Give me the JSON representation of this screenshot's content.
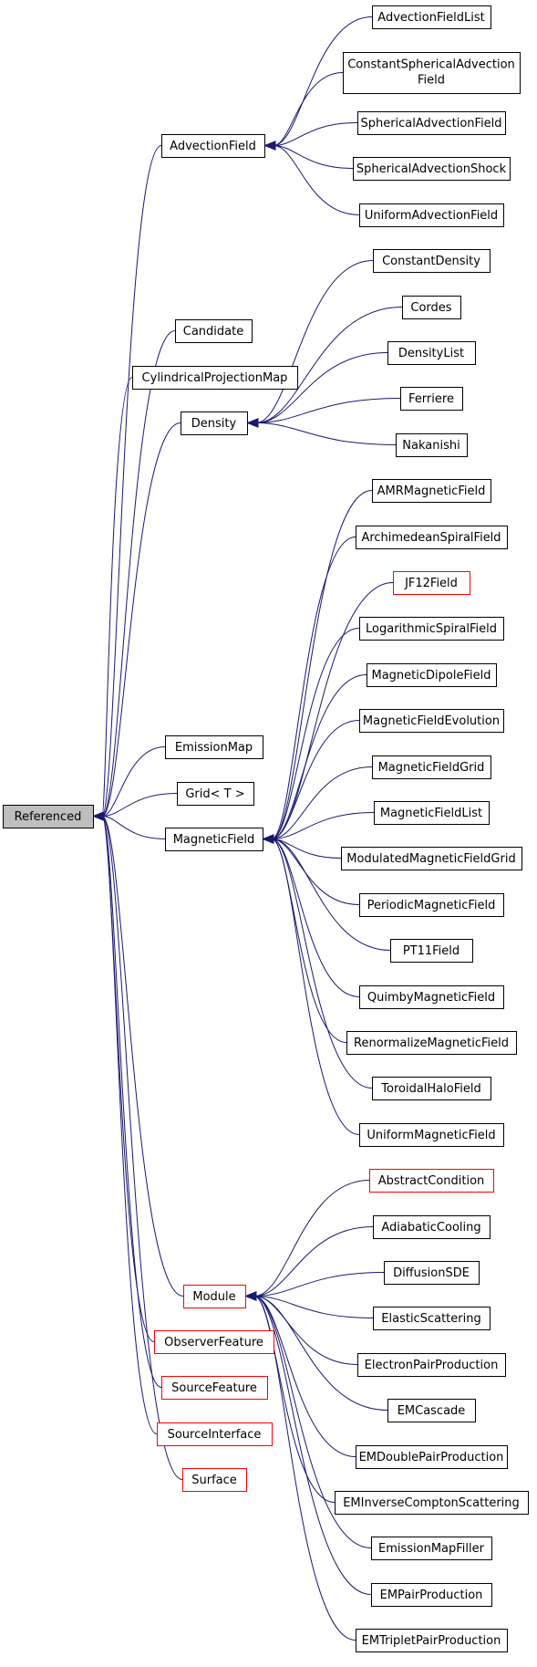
{
  "diagram": {
    "root": "Referenced",
    "nodes": [
      {
        "id": "referenced",
        "label": "Referenced",
        "style": "root"
      },
      {
        "id": "advectionfield",
        "label": "AdvectionField",
        "style": "normal"
      },
      {
        "id": "candidate",
        "label": "Candidate",
        "style": "normal"
      },
      {
        "id": "cylindricalprojectionmap",
        "label": "CylindricalProjectionMap",
        "style": "normal"
      },
      {
        "id": "density",
        "label": "Density",
        "style": "normal"
      },
      {
        "id": "emissionmap",
        "label": "EmissionMap",
        "style": "normal"
      },
      {
        "id": "grid",
        "label": "Grid< T >",
        "style": "normal"
      },
      {
        "id": "magneticfield",
        "label": "MagneticField",
        "style": "normal"
      },
      {
        "id": "module",
        "label": "Module",
        "style": "red"
      },
      {
        "id": "observerfeature",
        "label": "ObserverFeature",
        "style": "red"
      },
      {
        "id": "sourcefeature",
        "label": "SourceFeature",
        "style": "red"
      },
      {
        "id": "sourceinterface",
        "label": "SourceInterface",
        "style": "red"
      },
      {
        "id": "surface",
        "label": "Surface",
        "style": "red"
      },
      {
        "id": "advectionfieldlist",
        "label": "AdvectionFieldList",
        "style": "normal"
      },
      {
        "id": "constantsphericaladvectionfield",
        "label": "ConstantSphericalAdvection",
        "label2": "Field",
        "style": "normal"
      },
      {
        "id": "sphericaladvectionfield",
        "label": "SphericalAdvectionField",
        "style": "normal"
      },
      {
        "id": "sphericaladvectionshock",
        "label": "SphericalAdvectionShock",
        "style": "normal"
      },
      {
        "id": "uniformadvectionfield",
        "label": "UniformAdvectionField",
        "style": "normal"
      },
      {
        "id": "constantdensity",
        "label": "ConstantDensity",
        "style": "normal"
      },
      {
        "id": "cordes",
        "label": "Cordes",
        "style": "normal"
      },
      {
        "id": "densitylist",
        "label": "DensityList",
        "style": "normal"
      },
      {
        "id": "ferriere",
        "label": "Ferriere",
        "style": "normal"
      },
      {
        "id": "nakanishi",
        "label": "Nakanishi",
        "style": "normal"
      },
      {
        "id": "amrmagneticfield",
        "label": "AMRMagneticField",
        "style": "normal"
      },
      {
        "id": "archimedeanspiralfield",
        "label": "ArchimedeanSpiralField",
        "style": "normal"
      },
      {
        "id": "jf12field",
        "label": "JF12Field",
        "style": "red"
      },
      {
        "id": "logarithmicspiralfield",
        "label": "LogarithmicSpiralField",
        "style": "normal"
      },
      {
        "id": "magneticdipolefield",
        "label": "MagneticDipoleField",
        "style": "normal"
      },
      {
        "id": "magneticfieldevolution",
        "label": "MagneticFieldEvolution",
        "style": "normal"
      },
      {
        "id": "magneticfieldgrid",
        "label": "MagneticFieldGrid",
        "style": "normal"
      },
      {
        "id": "magneticfieldlist",
        "label": "MagneticFieldList",
        "style": "normal"
      },
      {
        "id": "modulatedmagneticfieldgrid",
        "label": "ModulatedMagneticFieldGrid",
        "style": "normal"
      },
      {
        "id": "periodicmagneticfield",
        "label": "PeriodicMagneticField",
        "style": "normal"
      },
      {
        "id": "pt11field",
        "label": "PT11Field",
        "style": "normal"
      },
      {
        "id": "quimbymagneticfield",
        "label": "QuimbyMagneticField",
        "style": "normal"
      },
      {
        "id": "renormalizemagneticfield",
        "label": "RenormalizeMagneticField",
        "style": "normal"
      },
      {
        "id": "toroidalhalofield",
        "label": "ToroidalHaloField",
        "style": "normal"
      },
      {
        "id": "uniformmagneticfield",
        "label": "UniformMagneticField",
        "style": "normal"
      },
      {
        "id": "abstractcondition",
        "label": "AbstractCondition",
        "style": "red"
      },
      {
        "id": "adiabaticcooling",
        "label": "AdiabaticCooling",
        "style": "normal"
      },
      {
        "id": "diffusionsde",
        "label": "DiffusionSDE",
        "style": "normal"
      },
      {
        "id": "elasticscattering",
        "label": "ElasticScattering",
        "style": "normal"
      },
      {
        "id": "electronpairproduction",
        "label": "ElectronPairProduction",
        "style": "normal"
      },
      {
        "id": "emcascade",
        "label": "EMCascade",
        "style": "normal"
      },
      {
        "id": "emdoublepairproduction",
        "label": "EMDoublePairProduction",
        "style": "normal"
      },
      {
        "id": "eminversecomptonscattering",
        "label": "EMInverseComptonScattering",
        "style": "normal"
      },
      {
        "id": "emissionmapfiller",
        "label": "EmissionMapFiller",
        "style": "normal"
      },
      {
        "id": "empairproduction",
        "label": "EMPairProduction",
        "style": "normal"
      },
      {
        "id": "emtripletpairproduction",
        "label": "EMTripletPairProduction",
        "style": "normal"
      }
    ],
    "edges": [
      {
        "from": "referenced",
        "to": "advectionfield"
      },
      {
        "from": "referenced",
        "to": "candidate"
      },
      {
        "from": "referenced",
        "to": "cylindricalprojectionmap"
      },
      {
        "from": "referenced",
        "to": "density"
      },
      {
        "from": "referenced",
        "to": "emissionmap"
      },
      {
        "from": "referenced",
        "to": "grid"
      },
      {
        "from": "referenced",
        "to": "magneticfield"
      },
      {
        "from": "referenced",
        "to": "module"
      },
      {
        "from": "referenced",
        "to": "observerfeature"
      },
      {
        "from": "referenced",
        "to": "sourcefeature"
      },
      {
        "from": "referenced",
        "to": "sourceinterface"
      },
      {
        "from": "referenced",
        "to": "surface"
      },
      {
        "from": "advectionfield",
        "to": "advectionfieldlist"
      },
      {
        "from": "advectionfield",
        "to": "constantsphericaladvectionfield"
      },
      {
        "from": "advectionfield",
        "to": "sphericaladvectionfield"
      },
      {
        "from": "advectionfield",
        "to": "sphericaladvectionshock"
      },
      {
        "from": "advectionfield",
        "to": "uniformadvectionfield"
      },
      {
        "from": "density",
        "to": "constantdensity"
      },
      {
        "from": "density",
        "to": "cordes"
      },
      {
        "from": "density",
        "to": "densitylist"
      },
      {
        "from": "density",
        "to": "ferriere"
      },
      {
        "from": "density",
        "to": "nakanishi"
      },
      {
        "from": "magneticfield",
        "to": "amrmagneticfield"
      },
      {
        "from": "magneticfield",
        "to": "archimedeanspiralfield"
      },
      {
        "from": "magneticfield",
        "to": "jf12field"
      },
      {
        "from": "magneticfield",
        "to": "logarithmicspiralfield"
      },
      {
        "from": "magneticfield",
        "to": "magneticdipolefield"
      },
      {
        "from": "magneticfield",
        "to": "magneticfieldevolution"
      },
      {
        "from": "magneticfield",
        "to": "magneticfieldgrid"
      },
      {
        "from": "magneticfield",
        "to": "magneticfieldlist"
      },
      {
        "from": "magneticfield",
        "to": "modulatedmagneticfieldgrid"
      },
      {
        "from": "magneticfield",
        "to": "periodicmagneticfield"
      },
      {
        "from": "magneticfield",
        "to": "pt11field"
      },
      {
        "from": "magneticfield",
        "to": "quimbymagneticfield"
      },
      {
        "from": "magneticfield",
        "to": "renormalizemagneticfield"
      },
      {
        "from": "magneticfield",
        "to": "toroidalhalofield"
      },
      {
        "from": "magneticfield",
        "to": "uniformmagneticfield"
      },
      {
        "from": "module",
        "to": "abstractcondition"
      },
      {
        "from": "module",
        "to": "adiabaticcooling"
      },
      {
        "from": "module",
        "to": "diffusionsde"
      },
      {
        "from": "module",
        "to": "elasticscattering"
      },
      {
        "from": "module",
        "to": "electronpairproduction"
      },
      {
        "from": "module",
        "to": "emcascade"
      },
      {
        "from": "module",
        "to": "emdoublepairproduction"
      },
      {
        "from": "module",
        "to": "eminversecomptonscattering"
      },
      {
        "from": "module",
        "to": "emissionmapfiller"
      },
      {
        "from": "module",
        "to": "empairproduction"
      },
      {
        "from": "module",
        "to": "emtripletpairproduction"
      }
    ],
    "colors": {
      "edge": "#191970",
      "node_border": "#000000",
      "node_border_linked": "#ff0000",
      "root_fill": "#bfbfbf",
      "background": "#ffffff"
    }
  }
}
